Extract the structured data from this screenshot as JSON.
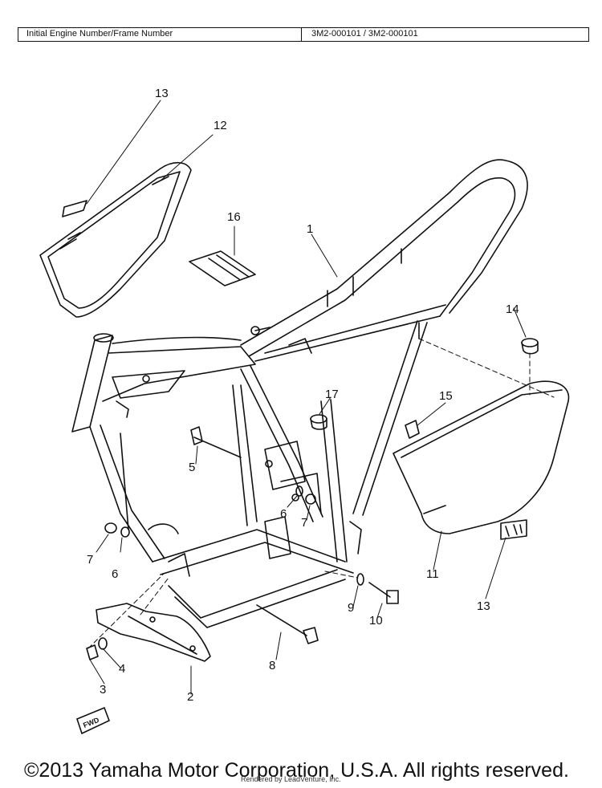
{
  "header": {
    "label": "Initial Engine Number/Frame Number",
    "value": "3M2-000101 / 3M2-000101"
  },
  "callouts": {
    "c1": "1",
    "c2": "2",
    "c3": "3",
    "c4": "4",
    "c5": "5",
    "c6a": "6",
    "c6b": "6",
    "c7a": "7",
    "c7b": "7",
    "c8": "8",
    "c9": "9",
    "c10": "10",
    "c11": "11",
    "c12": "12",
    "c13a": "13",
    "c13b": "13",
    "c14": "14",
    "c15": "15",
    "c16": "16",
    "c17": "17"
  },
  "fwd_marker": "FWD",
  "footer": {
    "copyright": "©2013 Yamaha Motor Corporation, U.S.A. All rights reserved.",
    "rendered_by": "Rendered by LeadVenture, Inc."
  }
}
